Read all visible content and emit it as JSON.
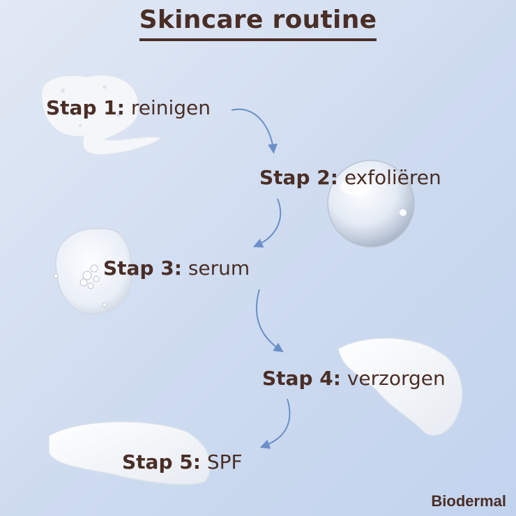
{
  "title": "Skincare routine",
  "steps": [
    {
      "label": "Stap 1:",
      "text": " reinigen"
    },
    {
      "label": "Stap 2:",
      "text": " exfoliëren"
    },
    {
      "label": "Stap 3:",
      "text": " serum"
    },
    {
      "label": "Stap 4:",
      "text": " verzorgen"
    },
    {
      "label": "Stap 5:",
      "text": " SPF"
    }
  ],
  "brand": "Biodermal",
  "colors": {
    "text": "#4a2e26",
    "arrow": "#6b8fc8"
  }
}
